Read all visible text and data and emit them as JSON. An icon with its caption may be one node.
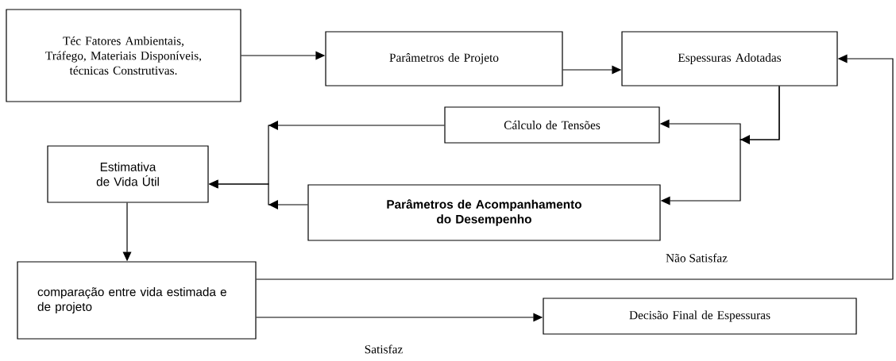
{
  "diagram": {
    "nodes": [
      {
        "text": [
          "Téc Fatores Ambientais, Tráfego, Materiais Disponíveis, técnicas Construtivas."
        ]
      },
      {
        "text": [
          "Parâmetros de Projeto"
        ]
      },
      {
        "text": [
          "Espessuras Adotadas"
        ]
      },
      {
        "text": [
          "Cálculo de Tensões"
        ]
      },
      {
        "text": [
          "Estimativa de Vida Útil"
        ]
      },
      {
        "text": [
          "Parâmetros de Acompanhamento do Desempenho"
        ]
      },
      {
        "text": [
          "comparação entre vida estimada e de projeto"
        ]
      },
      {
        "text": [
          "Decisão Final de Espessuras"
        ]
      }
    ],
    "edges": [
      {
        "from": 0,
        "to": 1,
        "arrow": "to"
      },
      {
        "from": 1,
        "to": 2,
        "arrow": "to"
      },
      {
        "from": 2,
        "to": 3,
        "arrow": "to"
      },
      {
        "from": 2,
        "to": 5,
        "arrow": "to"
      },
      {
        "from": 3,
        "to": 4,
        "arrow": "to"
      },
      {
        "from": 5,
        "to": 4,
        "arrow": "to"
      },
      {
        "from": 4,
        "to": 6,
        "arrow": "to"
      },
      {
        "from": 6,
        "to": 7,
        "arrow": "to",
        "label": "Satisfaz"
      },
      {
        "from": 6,
        "to": 2,
        "arrow": "to",
        "label": "Não Satisfaz"
      }
    ]
  }
}
